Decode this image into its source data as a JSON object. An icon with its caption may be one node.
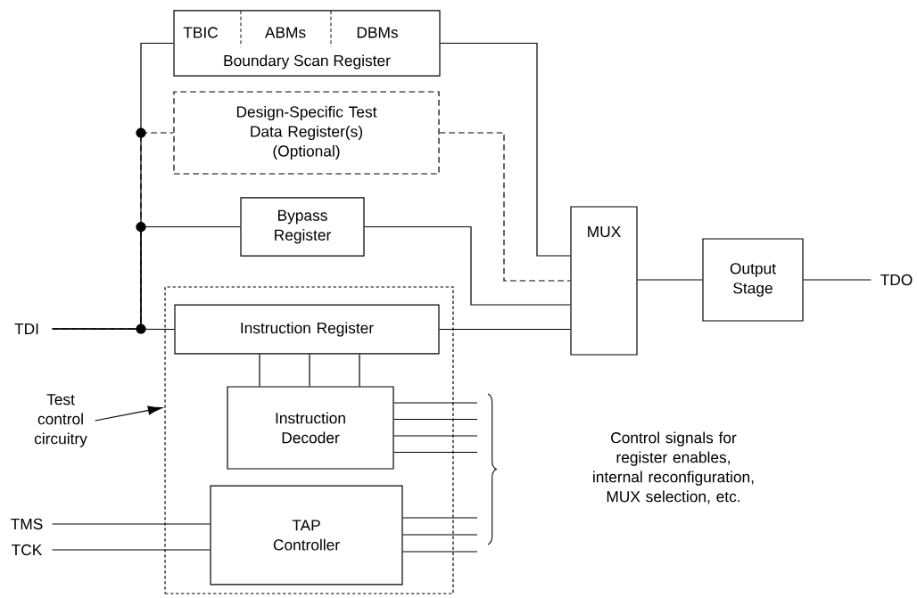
{
  "diagram": {
    "nodes": [
      {
        "text": [
          "TBIC",
          "ABMs",
          "DBMs",
          "Boundary Scan Register"
        ]
      },
      {
        "text": [
          "Design-Specific Test Data Register(s) (Optional)"
        ]
      },
      {
        "text": [
          "Bypass Register"
        ]
      },
      {
        "text": [],
        "shape": "box"
      },
      {
        "text": [
          "Instruction Register"
        ],
        "in": 3
      },
      {
        "text": [
          "Instruction Decoder"
        ],
        "in": 3
      },
      {
        "text": [
          "TAP Controller"
        ],
        "in": 3
      },
      {
        "text": [
          "MUX"
        ]
      },
      {
        "text": [
          "Output Stage"
        ]
      },
      {
        "text": [
          "TDI"
        ]
      },
      {
        "text": [
          "TDO"
        ]
      },
      {
        "text": [
          "TMS"
        ]
      },
      {
        "text": [
          "TCK"
        ]
      },
      {
        "text": [
          "Test control circuitry"
        ]
      }
    ],
    "edges": [
      {
        "from": 9,
        "to": 0,
        "arrow": "none"
      },
      {
        "from": 9,
        "to": 1,
        "arrow": "none",
        "style": "dashed"
      },
      {
        "from": 9,
        "to": 2,
        "arrow": "none"
      },
      {
        "from": 9,
        "to": 4,
        "arrow": "none"
      },
      {
        "from": 0,
        "to": 7,
        "arrow": "none"
      },
      {
        "from": 1,
        "to": 7,
        "arrow": "none",
        "style": "dashed"
      },
      {
        "from": 2,
        "to": 7,
        "arrow": "none"
      },
      {
        "from": 4,
        "to": 7,
        "arrow": "none"
      },
      {
        "from": 7,
        "to": 8,
        "arrow": "none"
      },
      {
        "from": 8,
        "to": 10,
        "arrow": "none"
      },
      {
        "from": 4,
        "to": 5,
        "arrow": "none"
      },
      {
        "from": 4,
        "to": 5,
        "arrow": "none"
      },
      {
        "from": 4,
        "to": 5,
        "arrow": "none"
      },
      {
        "from": 11,
        "to": 6,
        "arrow": "none"
      },
      {
        "from": 12,
        "to": 6,
        "arrow": "none"
      },
      {
        "from": 13,
        "to": 3,
        "arrow": "to"
      },
      {
        "from": 5,
        "to": null,
        "arrow": "none"
      },
      {
        "from": 5,
        "to": null,
        "arrow": "none"
      },
      {
        "from": 5,
        "to": null,
        "arrow": "none"
      },
      {
        "from": 5,
        "to": null,
        "arrow": "none"
      },
      {
        "from": 6,
        "to": null,
        "arrow": "none"
      },
      {
        "from": 6,
        "to": null,
        "arrow": "none"
      },
      {
        "from": 6,
        "to": null,
        "arrow": "none"
      }
    ],
    "labels": [
      "Control signals for register enables, internal reconfiguration, MUX selection, etc."
    ]
  }
}
